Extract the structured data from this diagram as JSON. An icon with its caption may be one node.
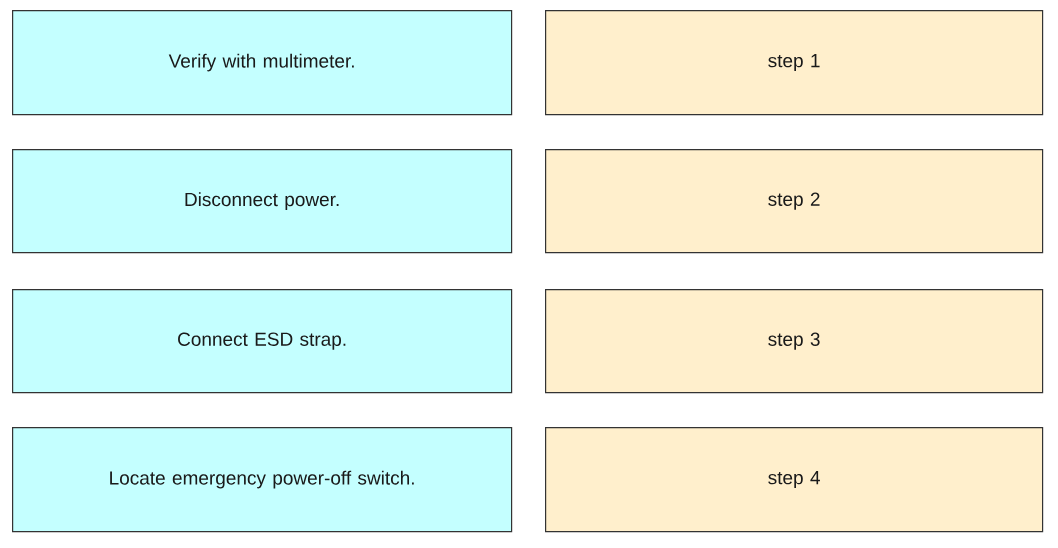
{
  "diagram": {
    "nodes": [
      {
        "text": [
          "Verify with multimeter."
        ]
      },
      {
        "text": [
          "step 1"
        ]
      },
      {
        "text": [
          "Disconnect power."
        ]
      },
      {
        "text": [
          "step 2"
        ]
      },
      {
        "text": [
          "Connect ESD strap."
        ]
      },
      {
        "text": [
          "step 3"
        ]
      },
      {
        "text": [
          "Locate emergency power-off switch."
        ]
      },
      {
        "text": [
          "step 4"
        ]
      }
    ]
  }
}
